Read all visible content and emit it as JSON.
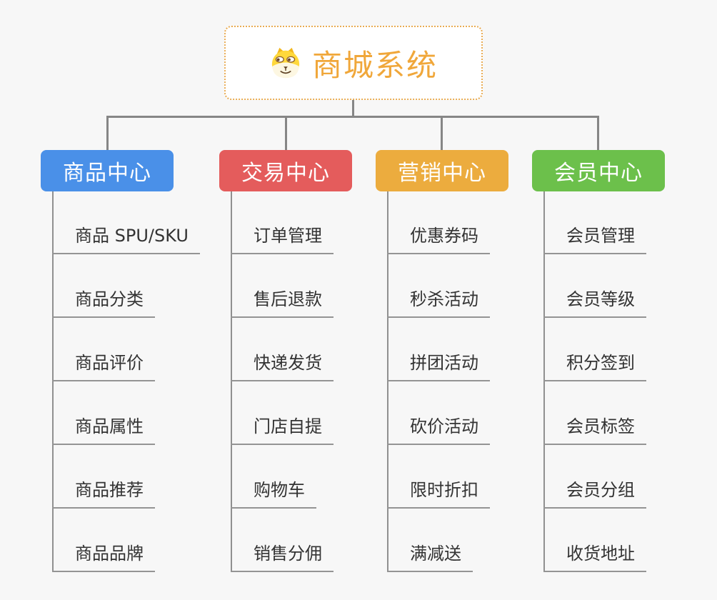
{
  "page": {
    "background_color": "#f7f7f7",
    "connector_color": "#868686"
  },
  "root": {
    "title": "商城系统",
    "icon": "dog-face-icon",
    "text_color": "#f0a73a",
    "border_color": "#e9ac54"
  },
  "branches": [
    {
      "label": "商品中心",
      "color": "#4a90e8",
      "children": [
        "商品 SPU/SKU",
        "商品分类",
        "商品评价",
        "商品属性",
        "商品推荐",
        "商品品牌"
      ]
    },
    {
      "label": "交易中心",
      "color": "#e45c5c",
      "children": [
        "订单管理",
        "售后退款",
        "快递发货",
        "门店自提",
        "购物车",
        "销售分佣"
      ]
    },
    {
      "label": "营销中心",
      "color": "#ecac3e",
      "children": [
        "优惠券码",
        "秒杀活动",
        "拼团活动",
        "砍价活动",
        "限时折扣",
        "满减送"
      ]
    },
    {
      "label": "会员中心",
      "color": "#6cc04b",
      "children": [
        "会员管理",
        "会员等级",
        "积分签到",
        "会员标签",
        "会员分组",
        "收货地址"
      ]
    }
  ]
}
